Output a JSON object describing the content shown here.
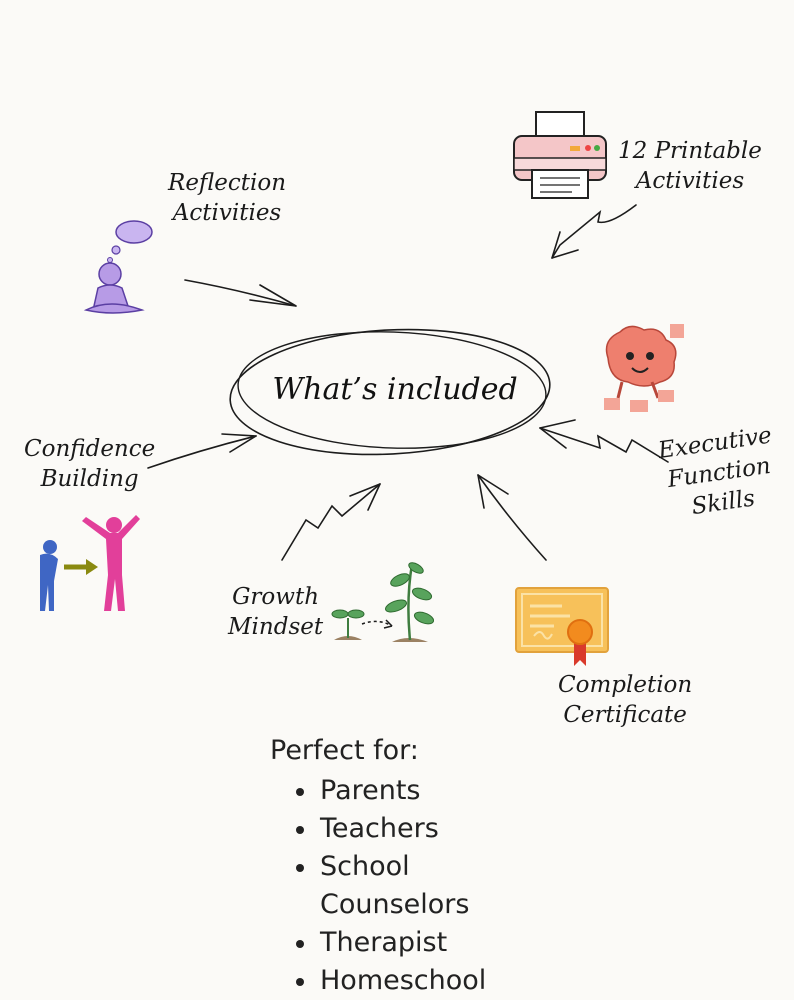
{
  "center": {
    "title": "What’s included"
  },
  "features": [
    {
      "label_lines": [
        "Reflection",
        "Activities"
      ],
      "icon": "thinking-person-icon"
    },
    {
      "label_lines": [
        "12 Printable",
        "Activities"
      ],
      "icon": "printer-icon"
    },
    {
      "label_lines": [
        "Executive",
        "Function",
        "Skills"
      ],
      "icon": "brain-puzzle-icon"
    },
    {
      "label_lines": [
        "Confidence",
        "Building"
      ],
      "icon": "confidence-people-icon"
    },
    {
      "label_lines": [
        "Growth",
        "Mindset"
      ],
      "icon": "sprouting-plant-icon"
    },
    {
      "label_lines": [
        "Completion",
        "Certificate"
      ],
      "icon": "certificate-icon"
    }
  ],
  "audience": {
    "heading": "Perfect for:",
    "items": [
      "Parents",
      "Teachers",
      "School Counselors",
      "Therapist",
      "Homeschool"
    ]
  },
  "colors": {
    "background": "#fbfaf7",
    "ink": "#1a1a1a",
    "person_purple": "#b79be6",
    "printer_pink": "#f4c6c8",
    "brain_coral": "#ee7f6e",
    "confidence_blue": "#3f66c4",
    "confidence_pink": "#e23f9a",
    "arrow_olive": "#8a8a10",
    "plant_green": "#58a35c",
    "certificate_orange": "#f7c15a",
    "seal_orange": "#f28b1e",
    "ribbon_red": "#d93a2b"
  }
}
